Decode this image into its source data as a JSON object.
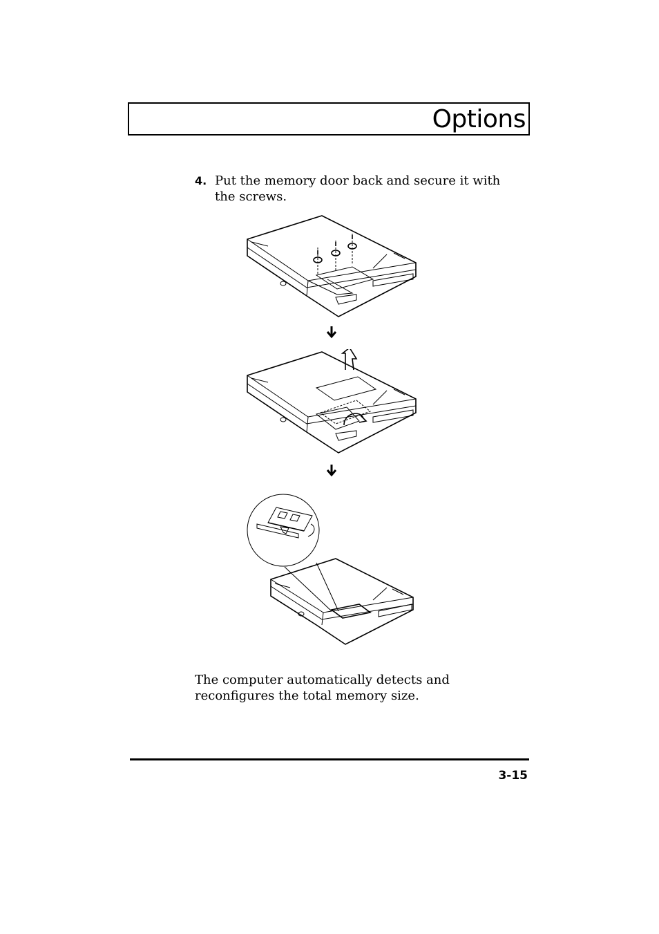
{
  "header": {
    "title": "Options"
  },
  "step": {
    "number": "4.",
    "text": "Put the memory door back and secure it with the screws."
  },
  "note": "The computer automatically detects and reconfigures the total memory size.",
  "footer": {
    "page_number": "3-15"
  },
  "icons": {
    "figure1": "notebook-underside-screws-icon",
    "figure2": "notebook-memory-door-icon",
    "figure3": "notebook-memory-module-detail-icon",
    "arrow": "arrow-down-icon"
  }
}
